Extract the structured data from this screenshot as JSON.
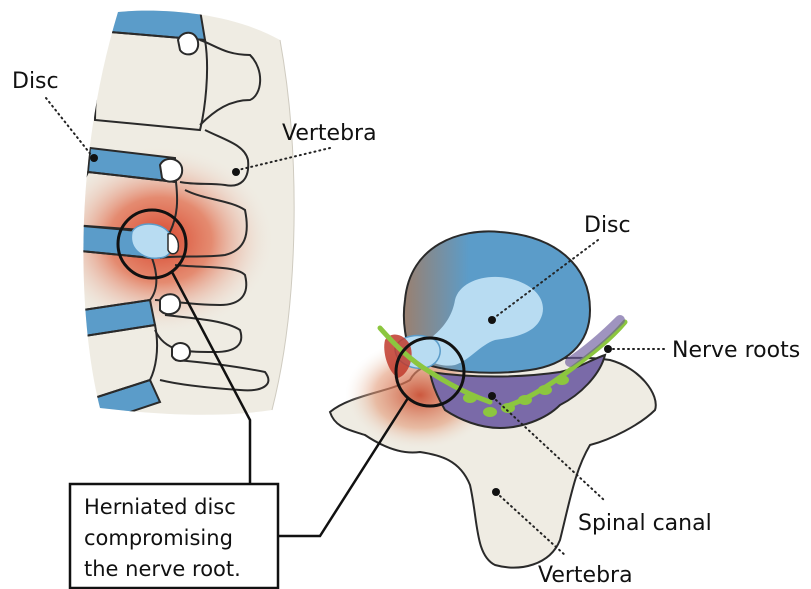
{
  "labels": {
    "disc_left": "Disc",
    "vertebra_left": "Vertebra",
    "disc_right": "Disc",
    "nerve_roots": "Nerve roots",
    "spinal_canal": "Spinal canal",
    "vertebra_right": "Vertebra"
  },
  "callout": {
    "lines": [
      "Herniated disc",
      "compromising",
      "the nerve root."
    ]
  },
  "colors": {
    "bone": "#efece3",
    "bone_stroke": "#2a2a2a",
    "disc_blue": "#5b9cc9",
    "nucleus": "#b8dcf2",
    "inflammation": "#d9402a",
    "canal": "#7a6aa8",
    "nerve": "#8cc63f"
  }
}
